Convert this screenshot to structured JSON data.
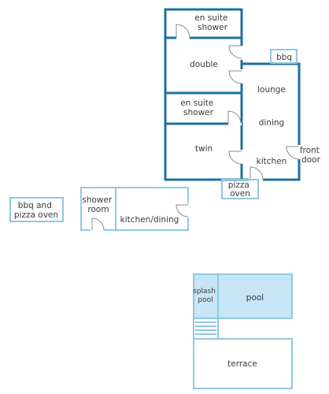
{
  "colors": {
    "wall_dark": "#1f6f9f",
    "wall_light": "#8fc8e2",
    "pool_fill": "#c6e5f5",
    "door_arc": "#8a8a8a",
    "label_text": "#3a3a3a"
  },
  "labels": {
    "en_suite_shower_1": [
      "en suite",
      "shower"
    ],
    "double": "double",
    "bbq": "bbq",
    "lounge": "lounge",
    "en_suite_shower_2": [
      "en suite",
      "shower"
    ],
    "dining": "dining",
    "twin": "twin",
    "front_door": [
      "front",
      "door"
    ],
    "kitchen": "kitchen",
    "pizza_oven": [
      "pizza",
      "oven"
    ],
    "bbq_and_pizza_oven": [
      "bbq and",
      "pizza oven"
    ],
    "shower_room": [
      "shower",
      "room"
    ],
    "kitchen_dining": "kitchen/dining",
    "splash_pool": [
      "splash",
      "pool"
    ],
    "pool": "pool",
    "terrace": "terrace"
  }
}
